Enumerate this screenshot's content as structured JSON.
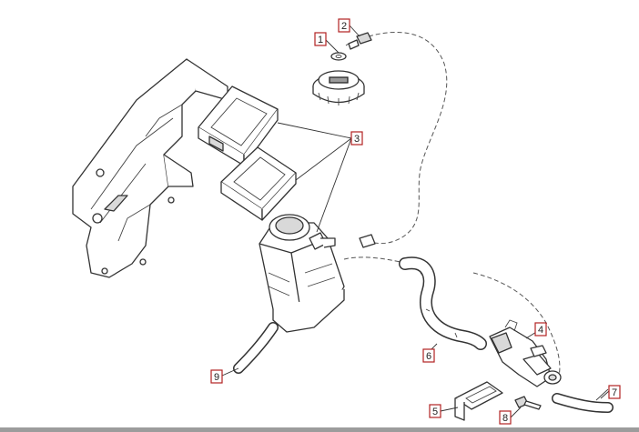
{
  "diagram": {
    "callouts": [
      {
        "id": "callout-1",
        "label": "1"
      },
      {
        "id": "callout-2",
        "label": "2"
      },
      {
        "id": "callout-3",
        "label": "3"
      },
      {
        "id": "callout-4",
        "label": "4"
      },
      {
        "id": "callout-5",
        "label": "5"
      },
      {
        "id": "callout-6",
        "label": "6"
      },
      {
        "id": "callout-7",
        "label": "7"
      },
      {
        "id": "callout-8",
        "label": "8"
      },
      {
        "id": "callout-9",
        "label": "9"
      }
    ],
    "colors": {
      "callout_border": "#b22222",
      "line": "#333333",
      "background": "#ffffff",
      "bottom_bar": "#9c9c9c"
    }
  }
}
